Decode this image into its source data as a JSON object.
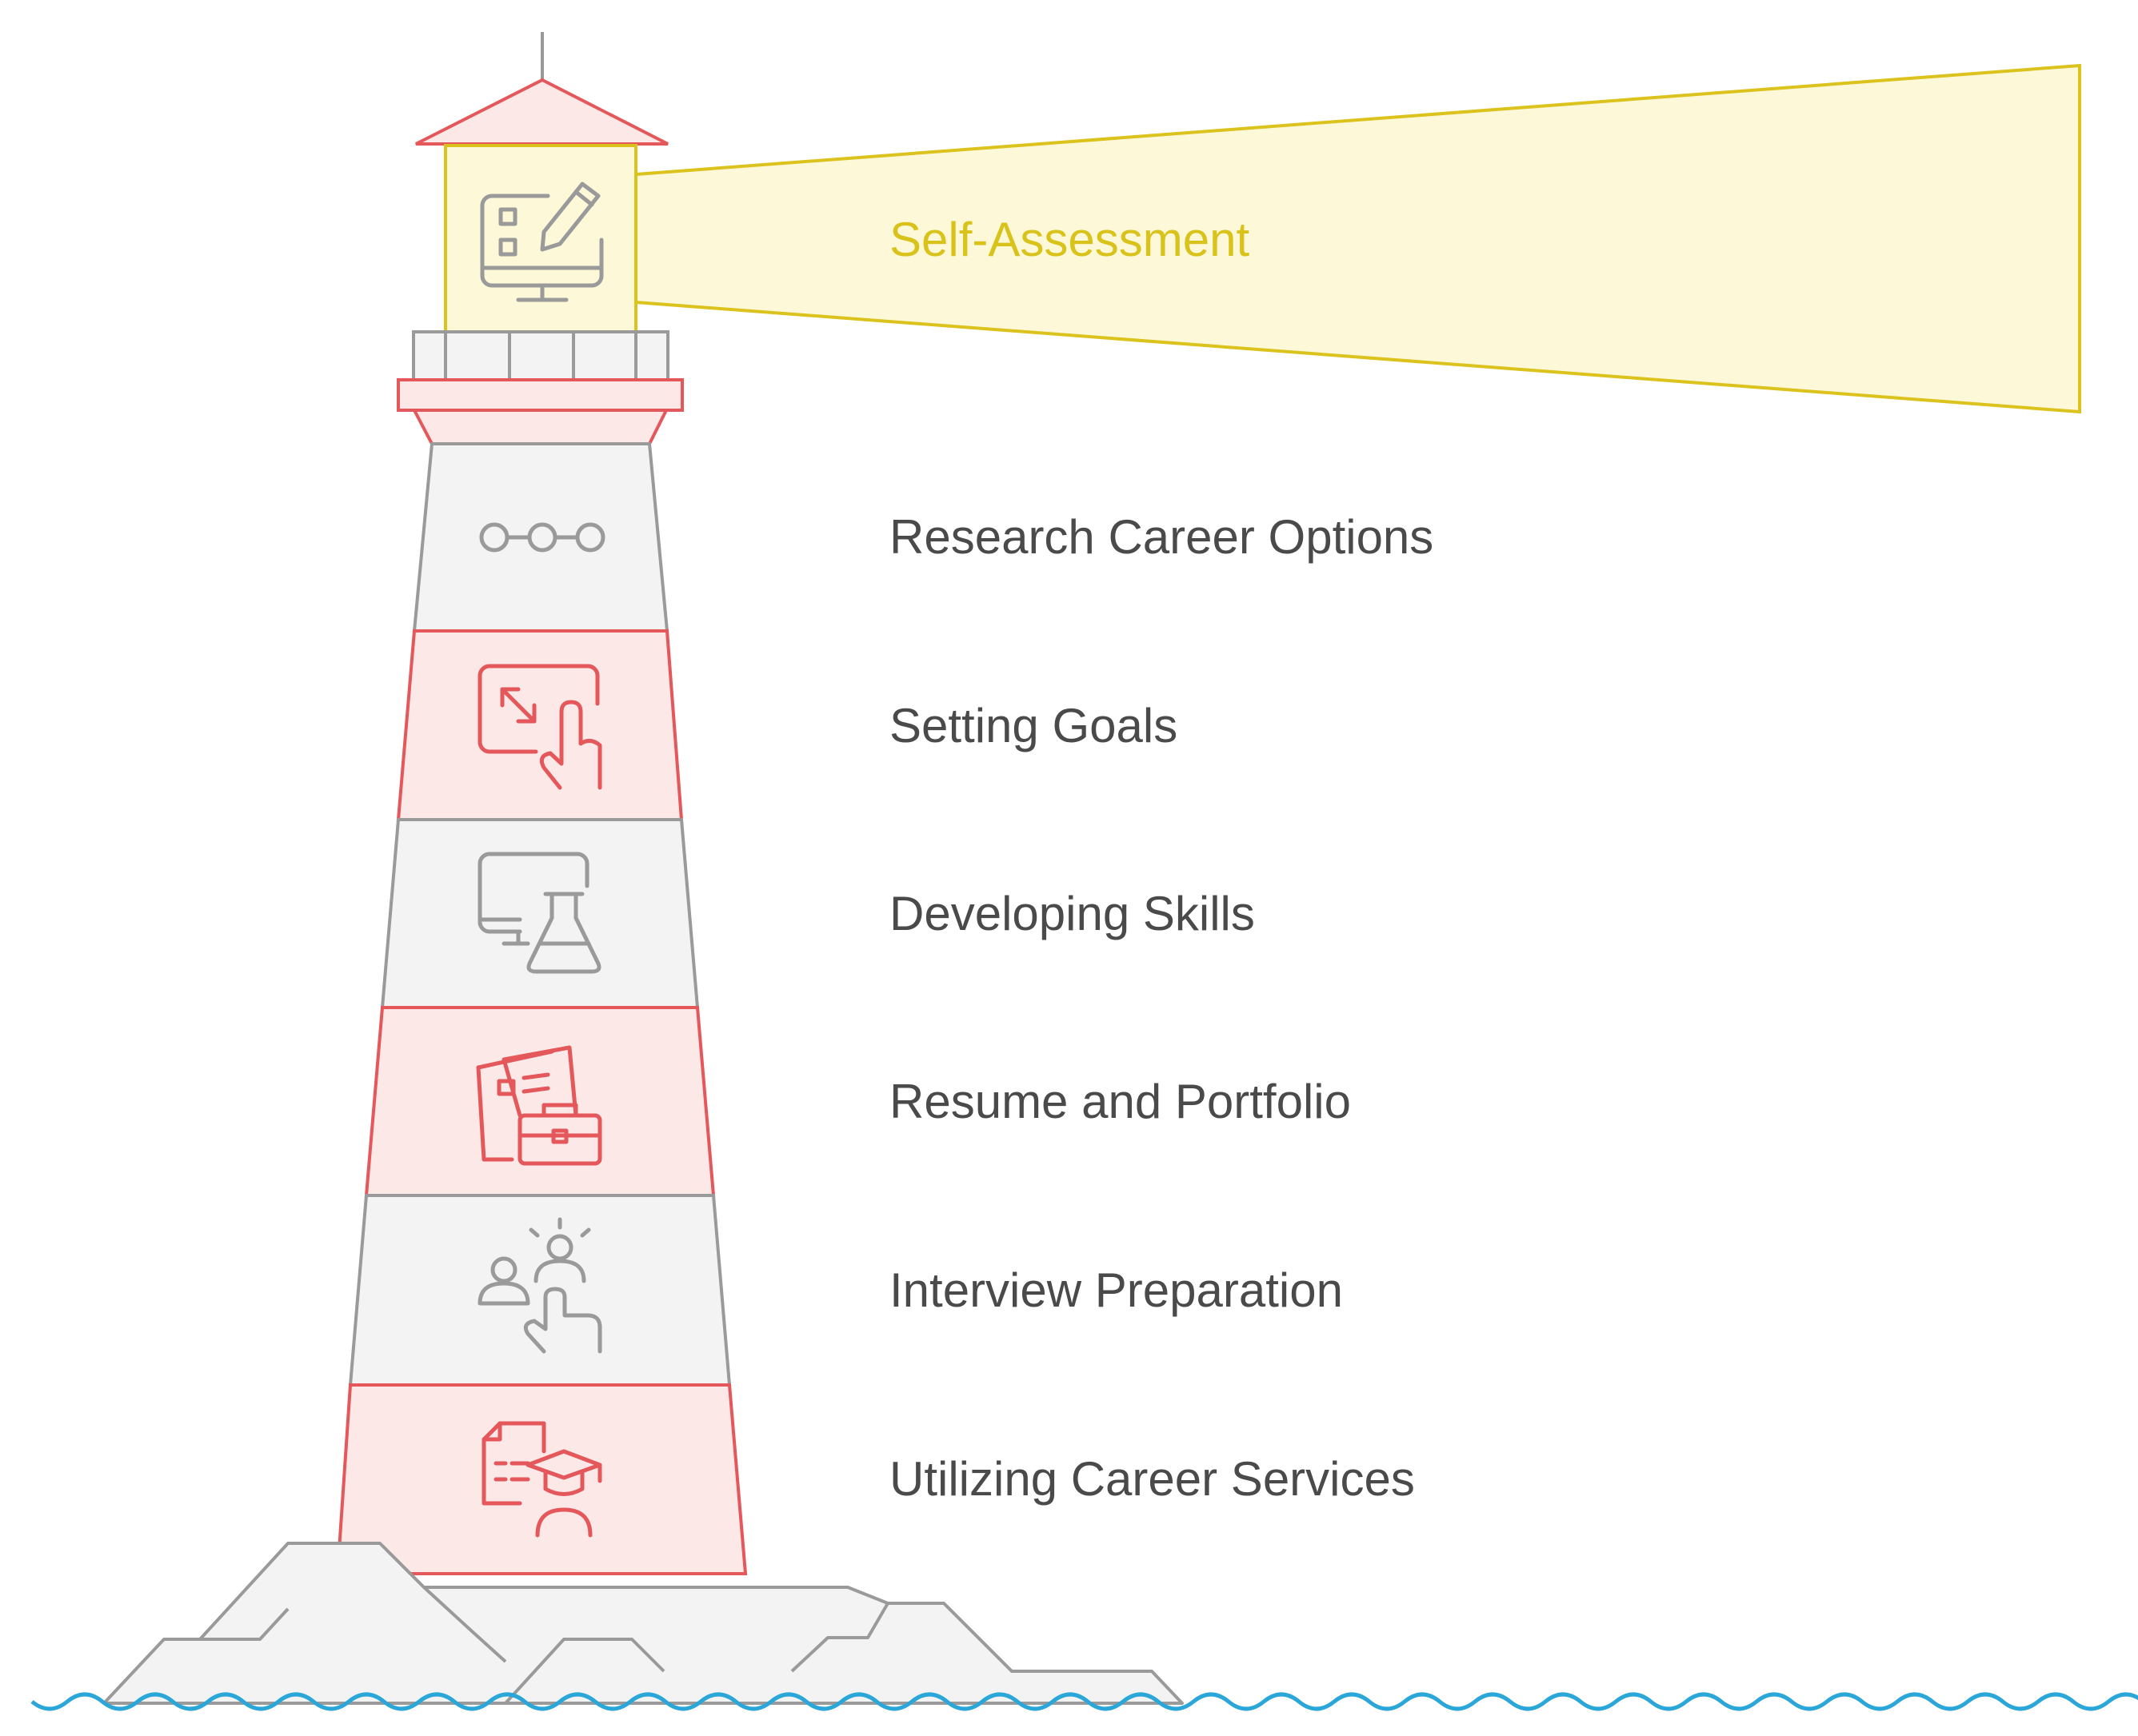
{
  "steps": [
    {
      "label": "Self-Assessment",
      "icon": "computer-checklist-pencil-icon",
      "highlight": true
    },
    {
      "label": "Research Career Options",
      "icon": "connected-nodes-icon"
    },
    {
      "label": "Setting Goals",
      "icon": "expand-touch-icon"
    },
    {
      "label": "Developing Skills",
      "icon": "monitor-flask-icon"
    },
    {
      "label": "Resume and Portfolio",
      "icon": "documents-briefcase-icon"
    },
    {
      "label": "Interview Preparation",
      "icon": "people-pointing-icon"
    },
    {
      "label": "Utilizing Career Services",
      "icon": "document-graduate-icon"
    }
  ],
  "colors": {
    "red_stroke": "#e4575a",
    "red_fill": "#fde8e8",
    "gray_stroke": "#9a9a9a",
    "gray_fill": "#f3f3f3",
    "yellow_stroke": "#dcc21c",
    "yellow_fill": "#fdf8d8",
    "water": "#2aa6d9",
    "text": "#4a4a4a",
    "highlight_text": "#d9c21a"
  }
}
